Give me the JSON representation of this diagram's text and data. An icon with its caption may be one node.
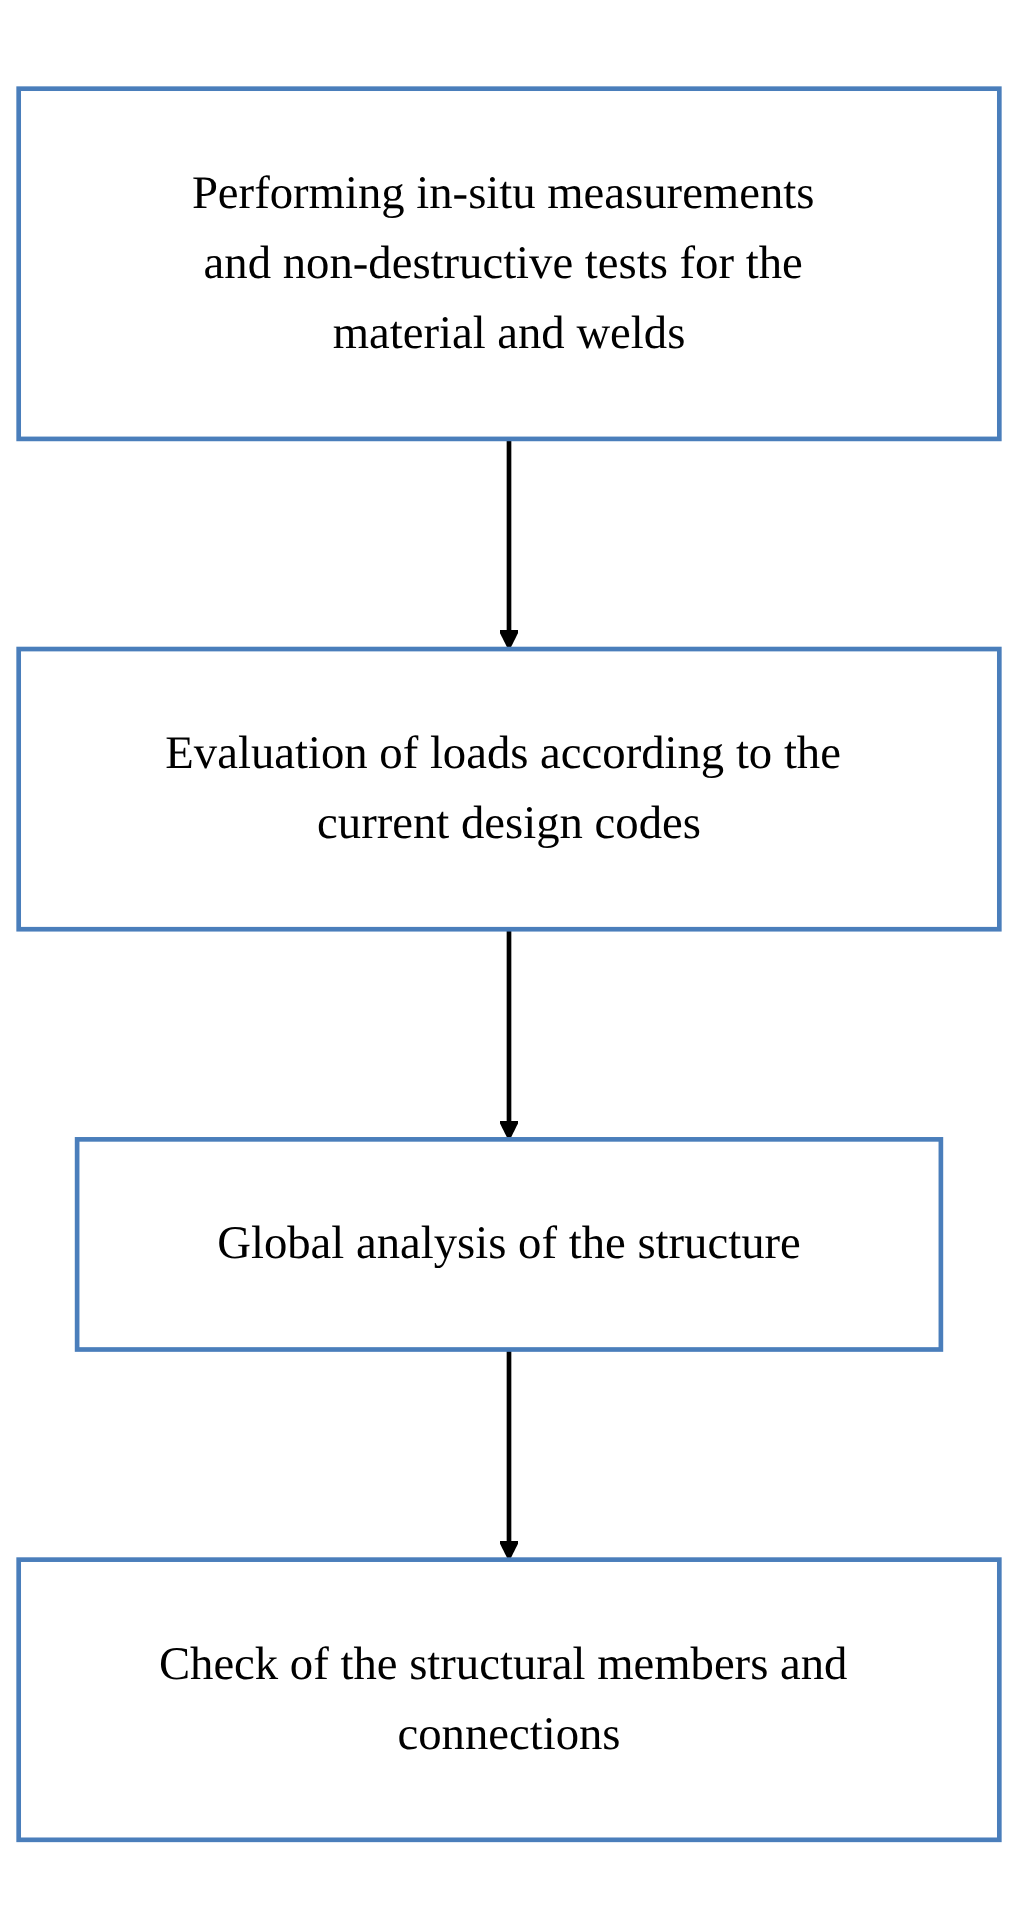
{
  "diagram": {
    "nodes": [
      {
        "text": [
          "Performing in-situ measurements and non-destructive tests for the material and welds"
        ]
      },
      {
        "text": [
          "Evaluation of loads according to the current design codes"
        ]
      },
      {
        "text": [
          "Global analysis of the structure"
        ]
      },
      {
        "text": [
          "Check of the structural members and connections"
        ]
      }
    ],
    "edges": [
      {
        "from": 0,
        "to": 1,
        "arrow": "to"
      },
      {
        "from": 1,
        "to": 2,
        "arrow": "to"
      },
      {
        "from": 2,
        "to": 3,
        "arrow": "to"
      }
    ]
  }
}
